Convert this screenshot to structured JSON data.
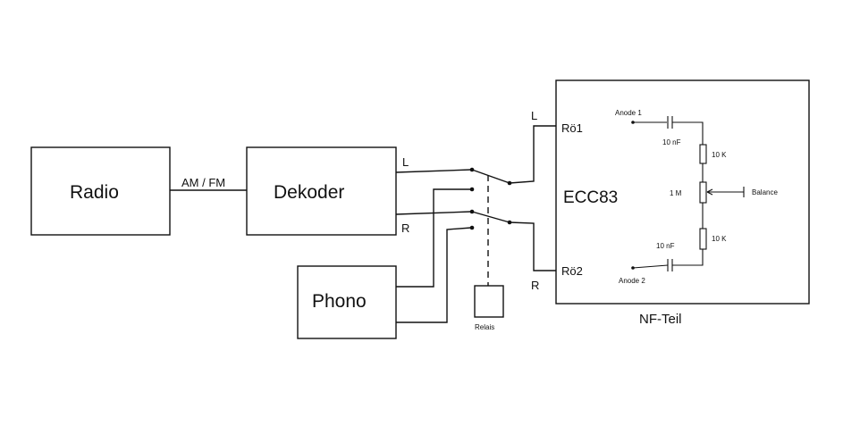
{
  "blocks": {
    "radio": "Radio",
    "dekoder": "Dekoder",
    "phono": "Phono",
    "relais": "Relais",
    "nf_teil": "NF-Teil"
  },
  "labels": {
    "am_fm": "AM / FM",
    "dekoder_left": "L",
    "dekoder_right": "R",
    "input_left": "L",
    "input_right": "R",
    "roe1": "Rö1",
    "roe2": "Rö2",
    "tube": "ECC83",
    "anode1": "Anode 1",
    "anode2": "Anode 2",
    "cap_top": "10 nF",
    "cap_bottom": "10 nF",
    "res_top": "10 K",
    "res_bottom": "10 K",
    "pot": "1 M",
    "balance": "Balance"
  }
}
